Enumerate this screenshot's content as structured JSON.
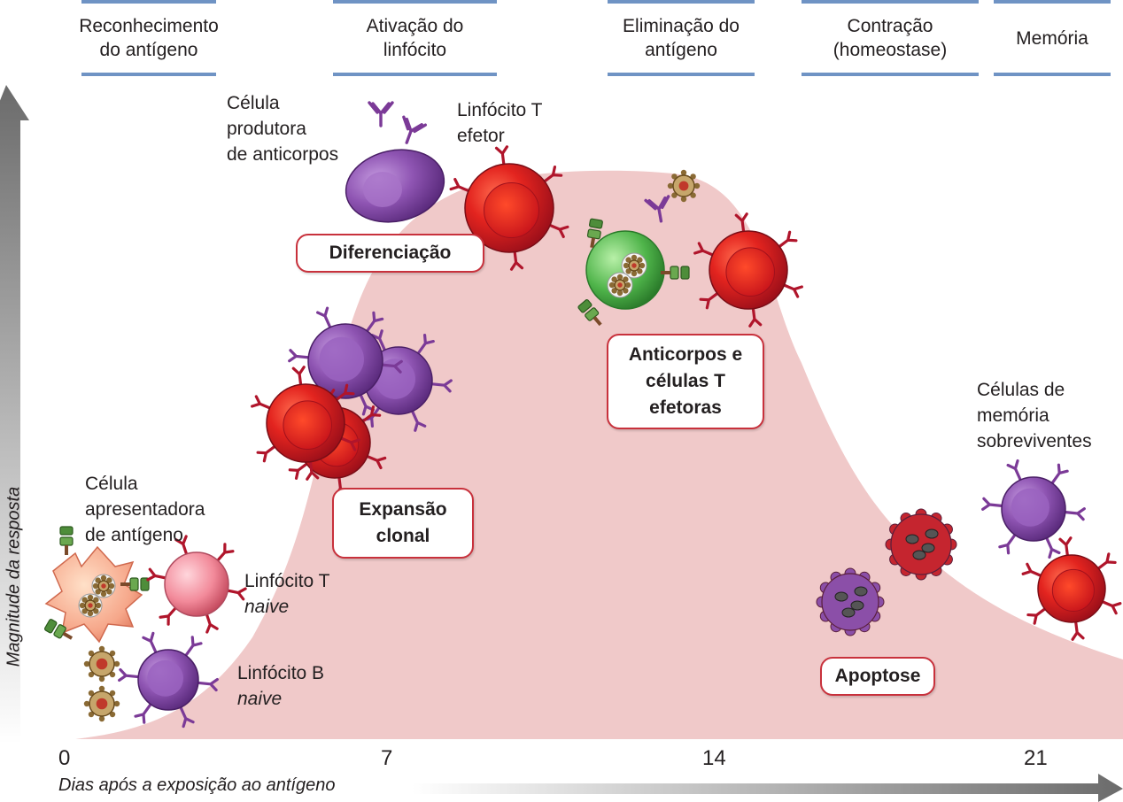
{
  "phases": [
    {
      "label": "Reconhecimento\ndo antígeno"
    },
    {
      "label": "Ativação do\nlinfócito"
    },
    {
      "label": "Eliminação do\nantígeno"
    },
    {
      "label": "Contração\n(homeostase)"
    },
    {
      "label": "Memória"
    }
  ],
  "labels": {
    "antibody_cell": "Célula\nprodutora\nde anticorpos",
    "effector_t": "Linfócito T\nefetor",
    "apc": "Célula\napresentadora\nde antígeno",
    "naive_t_line1": "Linfócito T",
    "naive_t_line2": "naive",
    "naive_b_line1": "Linfócito B",
    "naive_b_line2": "naive",
    "memory_cells": "Células de\nmemória\nsobreviventes"
  },
  "boxes": {
    "differentiation": "Diferenciação",
    "clonal_expansion": "Expansão\nclonal",
    "effectors": "Anticorpos e\ncélulas T\nefetoras",
    "apoptosis": "Apoptose"
  },
  "axis": {
    "ticks": [
      "0",
      "7",
      "14",
      "21"
    ],
    "xlabel": "Dias após a exposição ao antígeno",
    "ylabel": "Magnitude da resposta"
  },
  "colors": {
    "curve_fill": "#f0c9c9",
    "phase_border": "#6f93c4",
    "box_border": "#c8313c",
    "t_cell": "#d4202a",
    "b_cell": "#8b4fa8",
    "apc": "#f6a78a",
    "phagocyte": "#4aa94a"
  }
}
